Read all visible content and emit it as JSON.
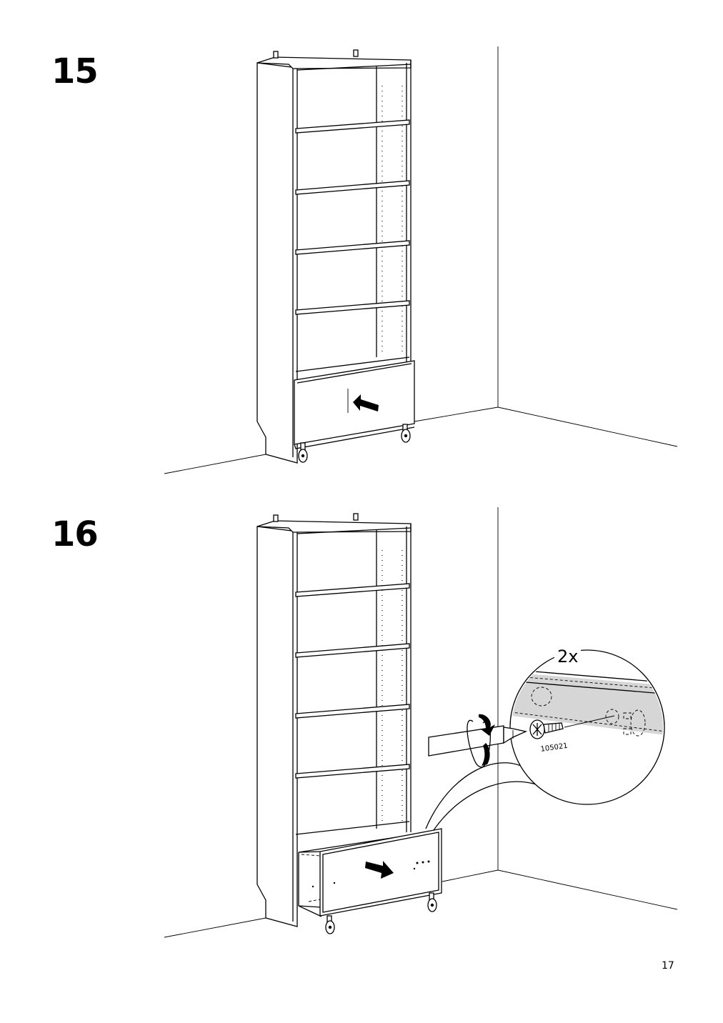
{
  "steps": [
    {
      "number": "15"
    },
    {
      "number": "16"
    }
  ],
  "detail": {
    "quantity": "2x",
    "part_number": "105021"
  },
  "page_number": "17",
  "icons": {
    "step15": [
      "bookcase-icon",
      "drawer-icon",
      "push-arrow-icon",
      "castor-wheel-icon"
    ],
    "step16": [
      "bookcase-icon",
      "drawer-icon",
      "pull-arrow-icon",
      "screwdriver-icon",
      "rotate-arrow-icon",
      "screw-icon",
      "drawer-rail-icon"
    ]
  }
}
